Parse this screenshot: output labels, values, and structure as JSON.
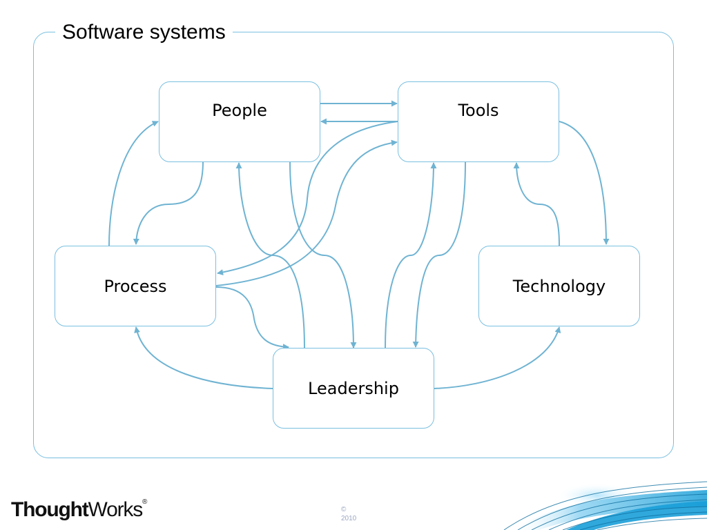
{
  "slide": {
    "title": "Software systems"
  },
  "diagram": {
    "nodes": {
      "people": "People",
      "tools": "Tools",
      "process": "Process",
      "technology": "Technology",
      "leadership": "Leadership"
    },
    "edges": [
      {
        "from": "People",
        "to": "Tools"
      },
      {
        "from": "Tools",
        "to": "People"
      },
      {
        "from": "People",
        "to": "Process"
      },
      {
        "from": "Process",
        "to": "People"
      },
      {
        "from": "Tools",
        "to": "Process"
      },
      {
        "from": "Process",
        "to": "Tools"
      },
      {
        "from": "Tools",
        "to": "Technology"
      },
      {
        "from": "Technology",
        "to": "Tools"
      },
      {
        "from": "People",
        "to": "Leadership"
      },
      {
        "from": "Leadership",
        "to": "People"
      },
      {
        "from": "Tools",
        "to": "Leadership"
      },
      {
        "from": "Leadership",
        "to": "Tools"
      },
      {
        "from": "Process",
        "to": "Leadership"
      },
      {
        "from": "Leadership",
        "to": "Process"
      },
      {
        "from": "Leadership",
        "to": "Technology"
      }
    ],
    "colors": {
      "line": "#6fb3d2",
      "border": "#79bfe0"
    }
  },
  "footer": {
    "logo_bold": "Thought",
    "logo_regular": "Works",
    "logo_mark": "®",
    "copyright_symbol": "©",
    "copyright_year": "2010"
  }
}
